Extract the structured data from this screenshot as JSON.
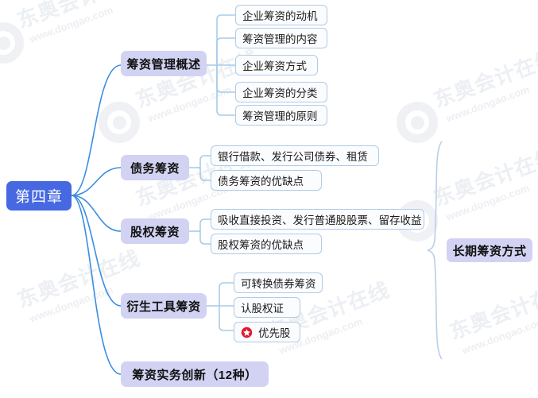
{
  "diagram": {
    "type": "mind-map",
    "title": "第四章 筹资管理 思维导图",
    "root": {
      "label": "第四章"
    },
    "branches": [
      {
        "id": "branch-1",
        "label": "筹资管理概述",
        "leaves": [
          {
            "label": "企业筹资的动机",
            "icon": null
          },
          {
            "label": "筹资管理的内容",
            "icon": null
          },
          {
            "label": "企业筹资方式",
            "icon": null
          },
          {
            "label": "企业筹资的分类",
            "icon": null
          },
          {
            "label": "筹资管理的原则",
            "icon": null
          }
        ]
      },
      {
        "id": "branch-2",
        "label": "债务筹资",
        "leaves": [
          {
            "label": "银行借款、发行公司债券、租赁",
            "icon": null
          },
          {
            "label": "债务筹资的优缺点",
            "icon": null
          }
        ]
      },
      {
        "id": "branch-3",
        "label": "股权筹资",
        "leaves": [
          {
            "label": "吸收直接投资、发行普通股股票、留存收益",
            "icon": null
          },
          {
            "label": "股权筹资的优缺点",
            "icon": null
          }
        ]
      },
      {
        "id": "branch-4",
        "label": "衍生工具筹资",
        "leaves": [
          {
            "label": "可转换债券筹资",
            "icon": null
          },
          {
            "label": "认股权证",
            "icon": null
          },
          {
            "label": "优先股",
            "icon": "red-star-badge-icon"
          }
        ]
      },
      {
        "id": "branch-5",
        "label": "筹资实务创新（12种）",
        "leaves": []
      }
    ],
    "grouping": {
      "bracket_label": "长期筹资方式",
      "covers": [
        "债务筹资",
        "股权筹资",
        "衍生工具筹资"
      ]
    }
  },
  "watermark": {
    "brand_cn": "东奥会计在线",
    "url": "www.dongao.com",
    "logo_icon": "ring-logo-icon"
  },
  "colors": {
    "root_bg": "#4668e0",
    "root_text": "#ffffff",
    "branch_bg": "#d2d2f2",
    "branch_text": "#111111",
    "leaf_bg": "#fbfcfe",
    "leaf_border": "#aecbe8",
    "connector_main": "#3a8ee0",
    "connector_sub": "#a9cbe8",
    "bracket": "#b9cfe8",
    "star_badge": "#e01b30",
    "watermark": "#eceff3"
  }
}
